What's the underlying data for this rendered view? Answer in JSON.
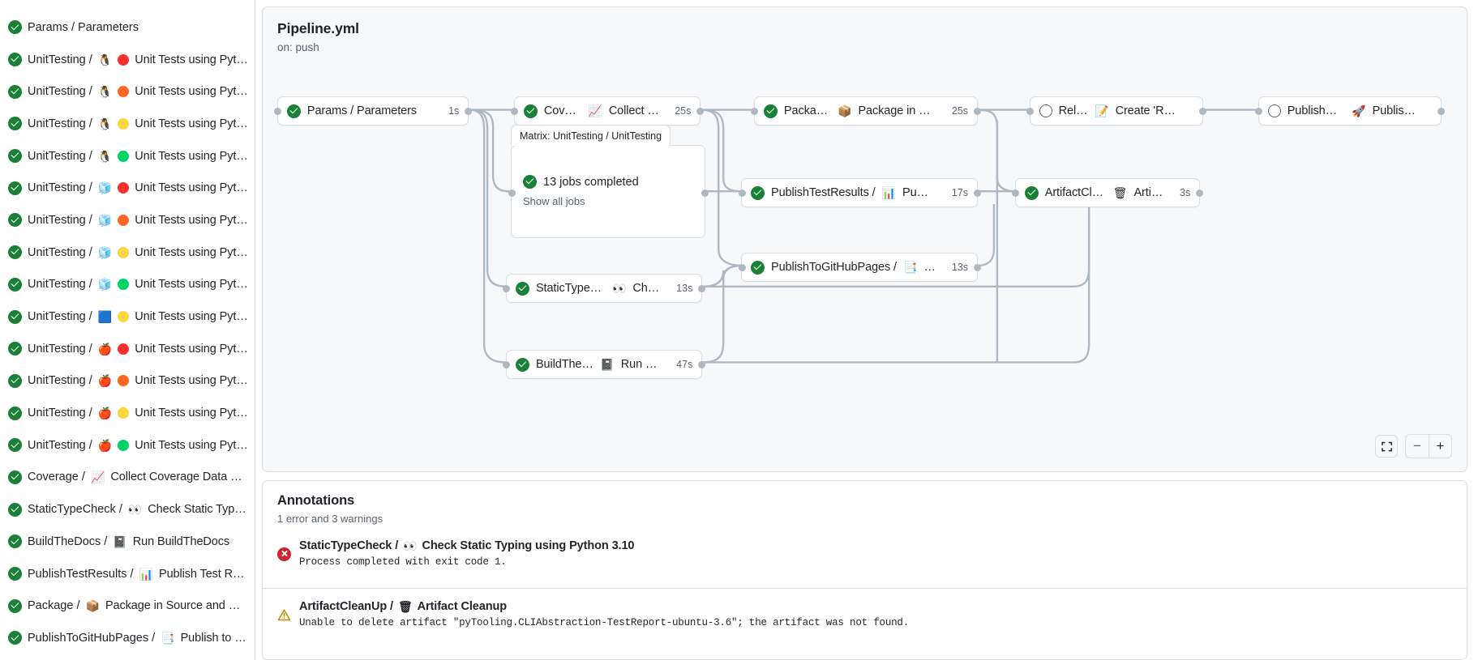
{
  "sidebar": {
    "items": [
      {
        "status": "success",
        "text": "Params / Parameters",
        "emojis": []
      },
      {
        "status": "success",
        "text": "UnitTesting / ",
        "emojis": [
          "🐧"
        ],
        "dot": "#f8312f",
        "text2": "Unit Tests using Pyth…"
      },
      {
        "status": "success",
        "text": "UnitTesting / ",
        "emojis": [
          "🐧"
        ],
        "dot": "#ff6723",
        "text2": "Unit Tests using Pyth…"
      },
      {
        "status": "success",
        "text": "UnitTesting / ",
        "emojis": [
          "🐧"
        ],
        "dot": "#fcd53f",
        "text2": "Unit Tests using Pyth…"
      },
      {
        "status": "success",
        "text": "UnitTesting / ",
        "emojis": [
          "🐧"
        ],
        "dot": "#00d26a",
        "text2": "Unit Tests using Pyth…"
      },
      {
        "status": "success",
        "text": "UnitTesting / ",
        "emojis": [
          "🧊"
        ],
        "dot": "#f8312f",
        "text2": "Unit Tests using Pyth…"
      },
      {
        "status": "success",
        "text": "UnitTesting / ",
        "emojis": [
          "🧊"
        ],
        "dot": "#ff6723",
        "text2": "Unit Tests using Pyth…"
      },
      {
        "status": "success",
        "text": "UnitTesting / ",
        "emojis": [
          "🧊"
        ],
        "dot": "#fcd53f",
        "text2": "Unit Tests using Pyth…"
      },
      {
        "status": "success",
        "text": "UnitTesting / ",
        "emojis": [
          "🧊"
        ],
        "dot": "#00d26a",
        "text2": "Unit Tests using Pyth…"
      },
      {
        "status": "success",
        "text": "UnitTesting / ",
        "emojis": [
          "🟦"
        ],
        "dot": "#fcd53f",
        "text2": "Unit Tests using Pyth…"
      },
      {
        "status": "success",
        "text": "UnitTesting / ",
        "emojis": [
          "🍎"
        ],
        "dot": "#f8312f",
        "text2": "Unit Tests using Pyth…"
      },
      {
        "status": "success",
        "text": "UnitTesting / ",
        "emojis": [
          "🍎"
        ],
        "dot": "#ff6723",
        "text2": "Unit Tests using Pyth…"
      },
      {
        "status": "success",
        "text": "UnitTesting / ",
        "emojis": [
          "🍎"
        ],
        "dot": "#fcd53f",
        "text2": "Unit Tests using Pyth…"
      },
      {
        "status": "success",
        "text": "UnitTesting / ",
        "emojis": [
          "🍎"
        ],
        "dot": "#00d26a",
        "text2": "Unit Tests using Pyth…"
      },
      {
        "status": "success",
        "text": "Coverage / ",
        "emojis": [
          "📈"
        ],
        "text2": "Collect Coverage Data usi…"
      },
      {
        "status": "success",
        "text": "StaticTypeCheck / ",
        "emojis": [
          "👀"
        ],
        "text2": "Check Static Typing…"
      },
      {
        "status": "success",
        "text": "BuildTheDocs / ",
        "emojis": [
          "📓"
        ],
        "text2": "Run BuildTheDocs"
      },
      {
        "status": "success",
        "text": "PublishTestResults / ",
        "emojis": [
          "📊"
        ],
        "text2": "Publish Test Resu…"
      },
      {
        "status": "success",
        "text": "Package / ",
        "emojis": [
          "📦"
        ],
        "text2": "Package in Source and Wh…"
      },
      {
        "status": "success",
        "text": "PublishToGitHubPages / ",
        "emojis": [
          "📑"
        ],
        "text2": "Publish to G…"
      }
    ]
  },
  "graph": {
    "title": "Pipeline.yml",
    "subtitle": "on: push",
    "nodes": [
      {
        "id": "params",
        "status": "success",
        "label": "Params / Parameters",
        "duration": "1s"
      },
      {
        "id": "coverage",
        "status": "success",
        "label_pre": "Coverage / ",
        "emoji": "📈",
        "label": "Collect Cove…",
        "duration": "25s"
      },
      {
        "id": "package",
        "status": "success",
        "label_pre": "Package / ",
        "emoji": "📦",
        "label": "Package in So…",
        "duration": "25s"
      },
      {
        "id": "release",
        "status": "pending",
        "label_pre": "Release / ",
        "emoji": "📝",
        "label": "Create 'Release P…",
        "duration": ""
      },
      {
        "id": "pypi",
        "status": "pending",
        "label_pre": "PublishOnPyPI / ",
        "emoji": "🚀",
        "label": "Publish to …",
        "duration": ""
      },
      {
        "id": "ptr",
        "status": "success",
        "label_pre": "PublishTestResults / ",
        "emoji": "📊",
        "label": "Pu…",
        "duration": "17s"
      },
      {
        "id": "acu",
        "status": "success",
        "label_pre": "ArtifactCleanUp / ",
        "emoji": "🗑",
        "label": "Artifac…",
        "duration": "3s"
      },
      {
        "id": "ghp",
        "status": "success",
        "label_pre": "PublishToGitHubPages / ",
        "emoji": "📑",
        "label": "…",
        "duration": "13s"
      },
      {
        "id": "stc",
        "status": "success",
        "label_pre": "StaticTypeCheck / ",
        "emoji": "👀",
        "label": "Chec…",
        "duration": "13s"
      },
      {
        "id": "docs",
        "status": "success",
        "label_pre": "BuildTheDocs / ",
        "emoji": "📓",
        "label": "Run Buil…",
        "duration": "47s"
      }
    ],
    "matrix": {
      "tab": "Matrix: UnitTesting / UnitTesting",
      "status": "success",
      "jobs_label": "13 jobs completed",
      "show_all": "Show all jobs"
    },
    "controls": {
      "fit": "fit-screen",
      "zoom_out": "−",
      "zoom_in": "+"
    }
  },
  "annotations": {
    "title": "Annotations",
    "count": "1 error and 3 warnings",
    "items": [
      {
        "severity": "error",
        "heading_pre": "StaticTypeCheck / ",
        "emoji": "👀",
        "heading": "Check Static Typing using Python 3.10",
        "message": "Process completed with exit code 1."
      },
      {
        "severity": "warning",
        "heading_pre": "ArtifactCleanUp / ",
        "emoji": "🗑",
        "heading": "Artifact Cleanup",
        "message": "Unable to delete artifact \"pyTooling.CLIAbstraction-TestReport-ubuntu-3.6\"; the artifact was not found."
      }
    ]
  }
}
